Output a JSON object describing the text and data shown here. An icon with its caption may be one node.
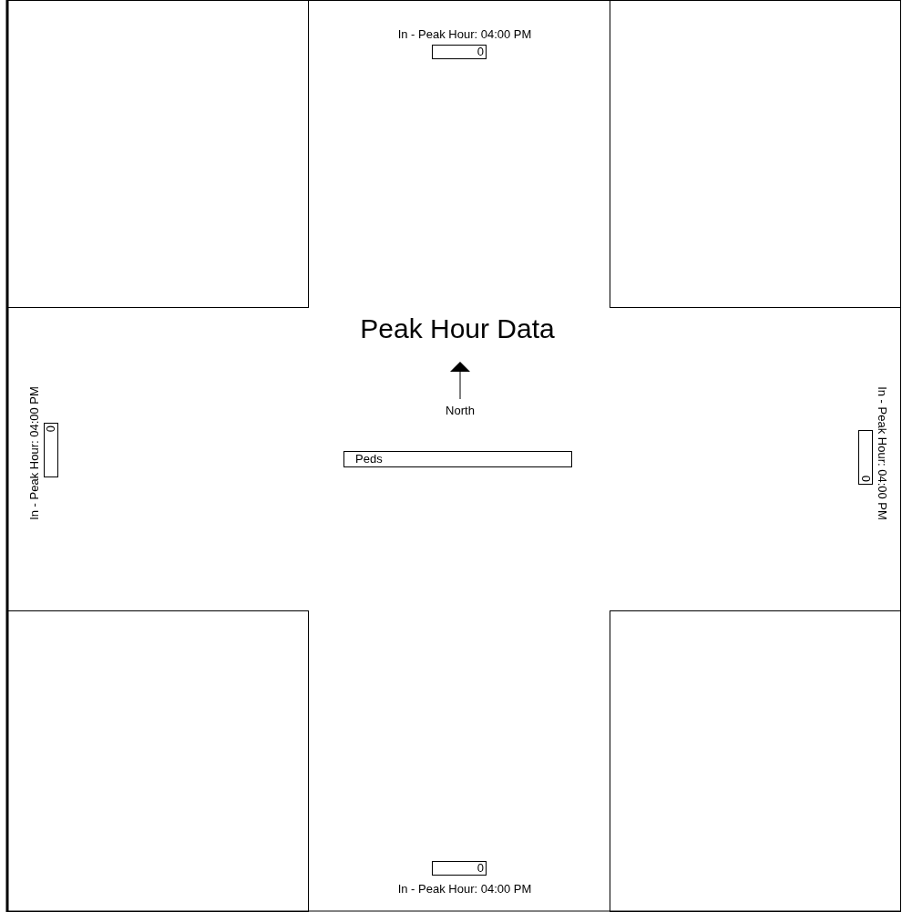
{
  "diagram": {
    "title": "Peak Hour Data",
    "nodes": [
      {
        "text": [
          "0"
        ],
        "beside": [
          "In - Peak Hour: 04:00 PM"
        ]
      },
      {
        "text": [
          "0"
        ],
        "beside": [
          "In - Peak Hour: 04:00 PM"
        ]
      },
      {
        "text": [
          "0"
        ],
        "beside": [
          "In - Peak Hour: 04:00 PM"
        ]
      },
      {
        "text": [
          "Peds"
        ]
      },
      {
        "text": [
          "0"
        ],
        "beside": [
          "In - Peak Hour: 04:00 PM"
        ]
      }
    ],
    "edges": [],
    "labels": [
      "North"
    ]
  }
}
